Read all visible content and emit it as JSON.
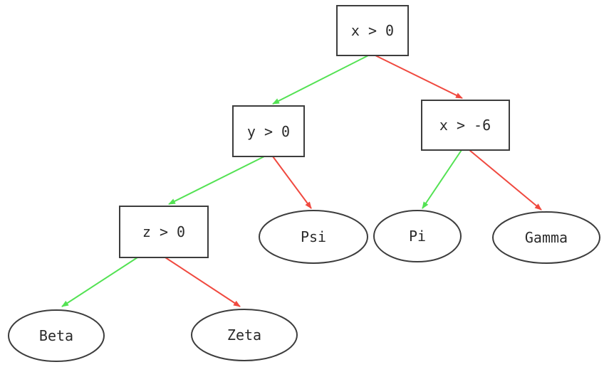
{
  "diagram": {
    "type": "binary-decision-tree",
    "palette": {
      "true_branch": "#53e253",
      "false_branch": "#f0493f",
      "node_border": "#3d3d3d",
      "node_fill": "#ffffff",
      "text_color": "#2a2a2a",
      "background": "#ffffff"
    },
    "nodes": {
      "root": {
        "label": "x > 0",
        "shape": "rect"
      },
      "y_node": {
        "label": "y > 0",
        "shape": "rect"
      },
      "x6_node": {
        "label": "x > -6",
        "shape": "rect"
      },
      "z_node": {
        "label": "z > 0",
        "shape": "rect"
      },
      "psi": {
        "label": "Psi",
        "shape": "ellipse"
      },
      "pi": {
        "label": "Pi",
        "shape": "ellipse"
      },
      "gamma": {
        "label": "Gamma",
        "shape": "ellipse"
      },
      "beta": {
        "label": "Beta",
        "shape": "ellipse"
      },
      "zeta": {
        "label": "Zeta",
        "shape": "ellipse"
      }
    },
    "edges": [
      {
        "from": "x > 0",
        "to": "y > 0",
        "branch": "true"
      },
      {
        "from": "x > 0",
        "to": "x > -6",
        "branch": "false"
      },
      {
        "from": "y > 0",
        "to": "z > 0",
        "branch": "true"
      },
      {
        "from": "y > 0",
        "to": "Psi",
        "branch": "false"
      },
      {
        "from": "x > -6",
        "to": "Pi",
        "branch": "true"
      },
      {
        "from": "x > -6",
        "to": "Gamma",
        "branch": "false"
      },
      {
        "from": "z > 0",
        "to": "Beta",
        "branch": "true"
      },
      {
        "from": "z > 0",
        "to": "Zeta",
        "branch": "false"
      }
    ]
  }
}
